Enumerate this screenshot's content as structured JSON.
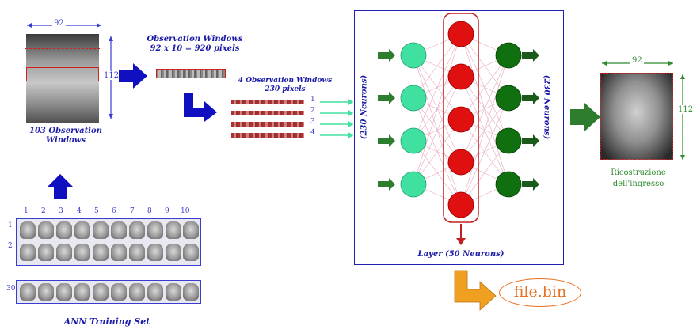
{
  "top_face": {
    "width_label": "92",
    "height_label": "112",
    "caption_line1": "103 Observation",
    "caption_line2": "Windows"
  },
  "observation": {
    "line1": "Observation Windows",
    "line2": "92 x 10 = 920 pixels"
  },
  "four_windows": {
    "line1": "4 Observation Windows",
    "line2": "230 pixels",
    "numbers": [
      "1",
      "2",
      "3",
      "4"
    ]
  },
  "network": {
    "input_label": "(230 Neurons)",
    "output_label": "(230 Neurons)",
    "middle_label": "Layer (50 Neurons)"
  },
  "output_face": {
    "width_label": "92",
    "height_label": "112",
    "caption_line1": "Ricostruzione",
    "caption_line2": "dell'ingresso"
  },
  "file_label": "file.bin",
  "training": {
    "columns": [
      "1",
      "2",
      "3",
      "4",
      "5",
      "6",
      "7",
      "8",
      "9",
      "10"
    ],
    "rows": [
      "1",
      "2",
      "30"
    ],
    "caption": "ANN Training Set"
  },
  "colors": {
    "blue": "#1a1aa8",
    "input_neuron": "#40e0a0",
    "middle_neuron": "#e01010",
    "output_neuron": "#107010",
    "arrow_green": "#2e7d2e",
    "arrow_orange": "#f0a020",
    "file_orange": "#e87020"
  }
}
